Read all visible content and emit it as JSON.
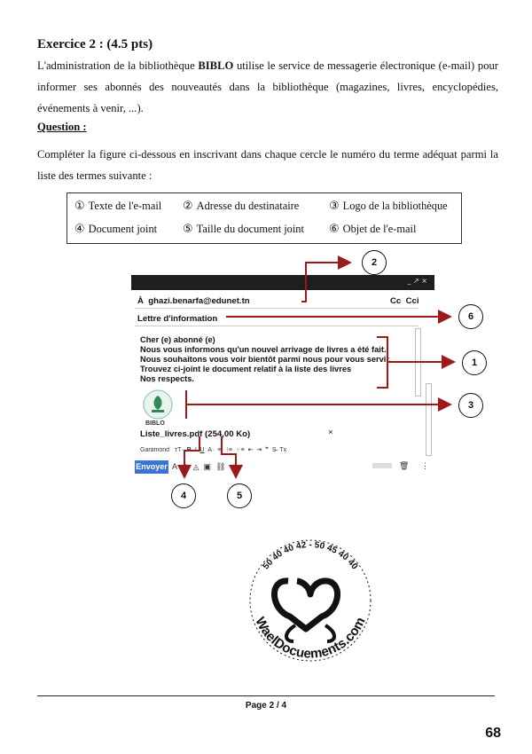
{
  "exercise": {
    "title": "Exercice 2 : (4.5 pts)",
    "intro_pre": "L'administration de la bibliothèque ",
    "intro_brand": "BIBLO",
    "intro_post": " utilise le service de messagerie électronique (e-mail) pour informer ses abonnés des nouveautés dans la bibliothèque (magazines, livres, encyclopédies, événements à venir, ...).",
    "question_heading": "Question :",
    "question_text": "Compléter la figure ci-dessous en inscrivant dans chaque cercle le numéro du terme adéquat parmi la liste des termes suivante :"
  },
  "terms": [
    {
      "num": "①",
      "label": "Texte de l'e-mail"
    },
    {
      "num": "②",
      "label": "Adresse du destinataire"
    },
    {
      "num": "③",
      "label": "Logo de la bibliothèque"
    },
    {
      "num": "④",
      "label": "Document joint"
    },
    {
      "num": "⑤",
      "label": "Taille du document joint"
    },
    {
      "num": "⑥",
      "label": "Objet de l'e-mail"
    }
  ],
  "email": {
    "to_label": "À",
    "to_address": "ghazi.benarfa@edunet.tn",
    "cc_label": "Cc",
    "cci_label": "Cci",
    "subject": "Lettre d'information",
    "body_lines": [
      "Cher (e) abonné (e)",
      "Nous vous informons qu'un nouvel arrivage de livres a été fait.",
      "Nous souhaitons vous voir bientôt parmi nous pour vous servir.",
      "Trouvez ci-joint le document relatif à la liste des livres",
      "Nos respects."
    ],
    "logo_text": "BIBLO",
    "attachment": "Liste_livres.pdf (254,00 Ko)",
    "attachment_close": "×",
    "font_name": "Garamond",
    "send_label": "Envoyer",
    "window_controls": "_ ↗ ×"
  },
  "circles": [
    "2",
    "6",
    "1",
    "3",
    "4",
    "5"
  ],
  "footer": {
    "page_label": "Page 2 / 4",
    "page_number": "68"
  },
  "stamp": {
    "text": "WaelDocuements.com",
    "phones": "50 40 40 42 - 50 45 40 40"
  },
  "colors": {
    "arrow": "#9b1b1b",
    "send_button": "#3b74d6",
    "title_bar": "#1e1e1e"
  }
}
